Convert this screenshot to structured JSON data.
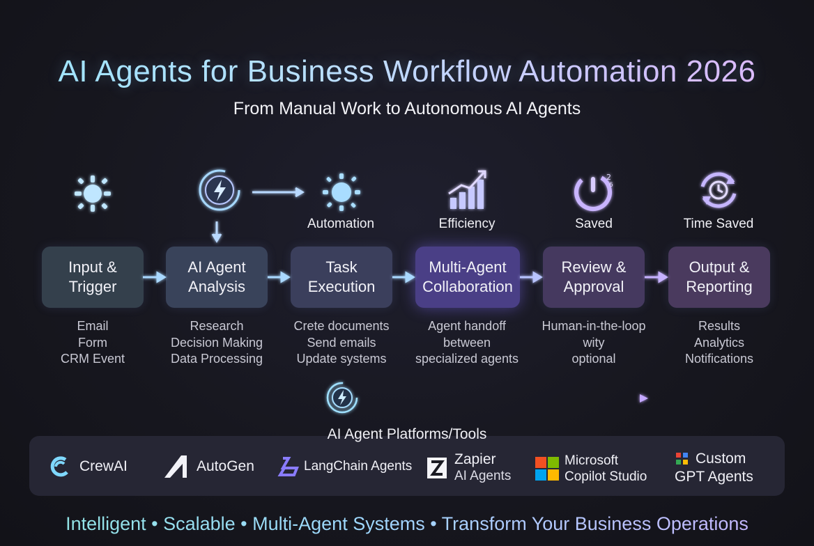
{
  "header": {
    "title": "AI Agents for Business Workflow Automation 2026",
    "subtitle": "From Manual Work to Autonomous AI Agents"
  },
  "top_labels": {
    "automation": "Automation",
    "efficiency": "Efficiency",
    "saved": "Saved",
    "time_saved": "Time Saved"
  },
  "steps": [
    {
      "line1": "Input &",
      "line2": "Trigger",
      "details": [
        "Email",
        "Form",
        "CRM Event"
      ]
    },
    {
      "line1": "AI Agent",
      "line2": "Analysis",
      "details": [
        "Research",
        "Decision Making",
        "Data Processing"
      ]
    },
    {
      "line1": "Task",
      "line2": "Execution",
      "details": [
        "Crete documents",
        "Send emails",
        "Update systems"
      ]
    },
    {
      "line1": "Multi-Agent",
      "line2": "Collaboration",
      "details": [
        "Agent handoff",
        "between",
        "specialized agents"
      ]
    },
    {
      "line1": "Review &",
      "line2": "Approval",
      "details": [
        "Human-in-the-loop",
        "wity",
        "optional"
      ]
    },
    {
      "line1": "Output &",
      "line2": "Reporting",
      "details": [
        "Results",
        "Analytics",
        "Notifications"
      ]
    }
  ],
  "tools": {
    "title": "AI Agent Platforms/Tools",
    "items": [
      {
        "name": "CrewAI",
        "icon": "crewai-icon"
      },
      {
        "name": "AutoGen",
        "icon": "autogen-icon"
      },
      {
        "name": "LangChain Agents",
        "icon": "langchain-icon"
      },
      {
        "name": "Zapier",
        "name2": "AI Agents",
        "icon": "zapier-icon"
      },
      {
        "name": "Microsoft",
        "name2": "Copilot Studio",
        "icon": "microsoft-icon"
      },
      {
        "name": "Custom",
        "name2": "GPT Agents",
        "icon": "custom-gpt-icon"
      }
    ]
  },
  "tagline": "Intelligent • Scalable • Multi-Agent Systems • Transform Your Business Operations",
  "colors": {
    "accent_cyan": "#8fdcff",
    "accent_purple": "#b79cff",
    "step_highlight": "#4a3f86"
  }
}
